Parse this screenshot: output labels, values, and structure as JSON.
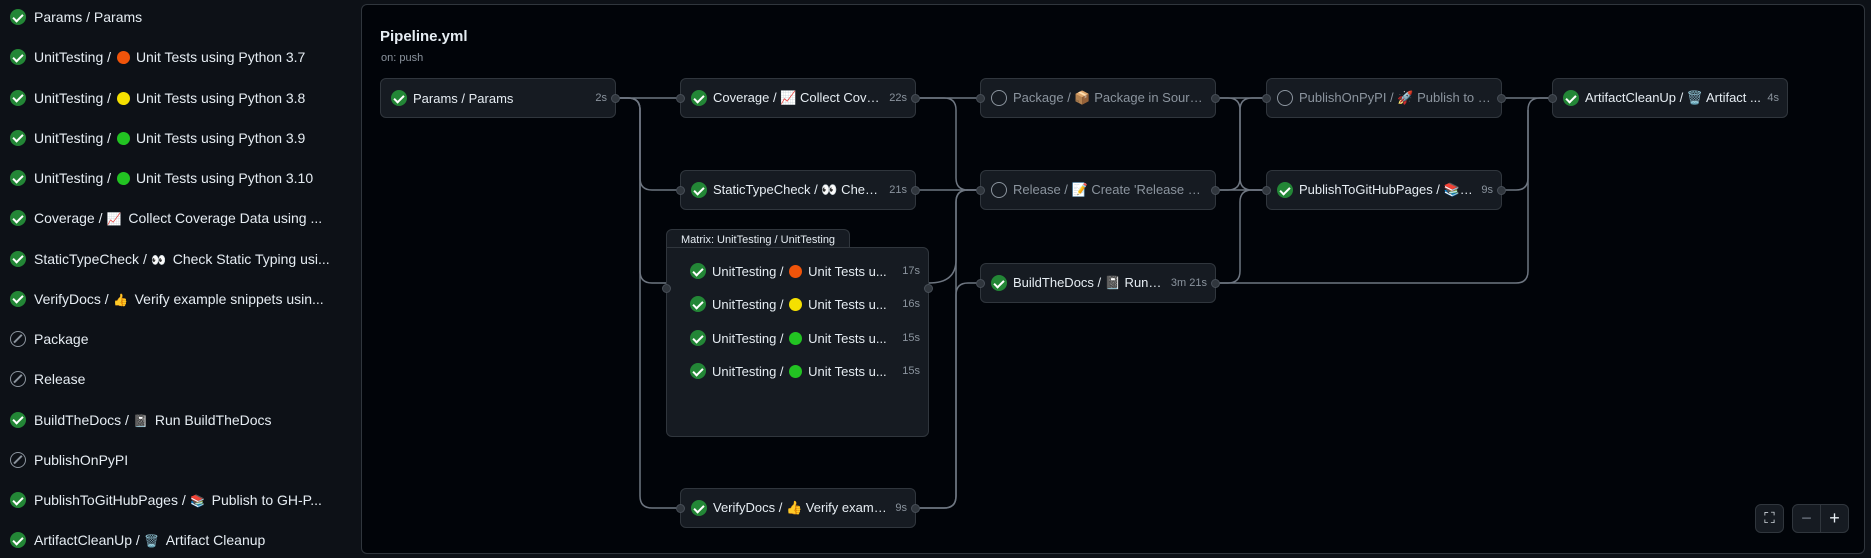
{
  "sidebar": {
    "items": [
      {
        "status": "success",
        "prefix": "Params / Params",
        "icon": "",
        "dot": "",
        "text": ""
      },
      {
        "status": "success",
        "prefix": "UnitTesting / ",
        "dot": "#f0540a",
        "icon": "",
        "text": "Unit Tests using Python 3.7"
      },
      {
        "status": "success",
        "prefix": "UnitTesting / ",
        "dot": "#f5e000",
        "icon": "",
        "text": "Unit Tests using Python 3.8"
      },
      {
        "status": "success",
        "prefix": "UnitTesting / ",
        "dot": "#22c322",
        "icon": "",
        "text": "Unit Tests using Python 3.9"
      },
      {
        "status": "success",
        "prefix": "UnitTesting / ",
        "dot": "#22c322",
        "icon": "",
        "text": "Unit Tests using Python 3.10"
      },
      {
        "status": "success",
        "prefix": "Coverage / ",
        "icon": "📈",
        "dot": "",
        "text": "Collect Coverage Data using ..."
      },
      {
        "status": "success",
        "prefix": "StaticTypeCheck / ",
        "icon": "👀",
        "dot": "",
        "text": "Check Static Typing usi..."
      },
      {
        "status": "success",
        "prefix": "VerifyDocs / ",
        "icon": "👍",
        "dot": "",
        "text": "Verify example snippets usin..."
      },
      {
        "status": "skipped",
        "prefix": "Package",
        "icon": "",
        "dot": "",
        "text": ""
      },
      {
        "status": "skipped",
        "prefix": "Release",
        "icon": "",
        "dot": "",
        "text": ""
      },
      {
        "status": "success",
        "prefix": "BuildTheDocs / ",
        "icon": "📓",
        "dot": "",
        "text": "Run BuildTheDocs"
      },
      {
        "status": "skipped",
        "prefix": "PublishOnPyPI",
        "icon": "",
        "dot": "",
        "text": ""
      },
      {
        "status": "success",
        "prefix": "PublishToGitHubPages / ",
        "icon": "📚",
        "dot": "",
        "text": "Publish to GH-P..."
      },
      {
        "status": "success",
        "prefix": "ArtifactCleanUp / ",
        "icon": "🗑️",
        "dot": "",
        "text": "Artifact Cleanup"
      }
    ]
  },
  "workflow": {
    "title": "Pipeline.yml",
    "trigger": "on: push"
  },
  "nodes": {
    "params": {
      "label": "Params / Params",
      "duration": "2s"
    },
    "coverage": {
      "label": "Coverage / 📈 Collect Cover...",
      "duration": "22s"
    },
    "statictype": {
      "label": "StaticTypeCheck / 👀 Check ...",
      "duration": "21s"
    },
    "verifydocs": {
      "label": "VerifyDocs / 👍 Verify exampl...",
      "duration": "9s"
    },
    "package": {
      "label": "Package / 📦 Package in Source...",
      "duration": ""
    },
    "release": {
      "label": "Release / 📝 Create 'Release Pa...",
      "duration": ""
    },
    "buildthedocs": {
      "label": "BuildTheDocs / 📓 Run B...",
      "duration": "3m 21s"
    },
    "publishonpypi": {
      "label": "PublishOnPyPI / 🚀 Publish to P...",
      "duration": ""
    },
    "publishtoghpages": {
      "label": "PublishToGitHubPages / 📚 P...",
      "duration": "9s"
    },
    "artifactcleanup": {
      "label": "ArtifactCleanUp / 🗑️ Artifact ...",
      "duration": "4s"
    }
  },
  "matrix": {
    "title": "Matrix: UnitTesting / UnitTesting",
    "rows": [
      {
        "prefix": "UnitTesting / ",
        "dot": "#f0540a",
        "text": "Unit Tests u...",
        "duration": "17s"
      },
      {
        "prefix": "UnitTesting / ",
        "dot": "#f5e000",
        "text": "Unit Tests u...",
        "duration": "16s"
      },
      {
        "prefix": "UnitTesting / ",
        "dot": "#22c322",
        "text": "Unit Tests u...",
        "duration": "15s"
      },
      {
        "prefix": "UnitTesting / ",
        "dot": "#22c322",
        "text": "Unit Tests u...",
        "duration": "15s"
      }
    ]
  },
  "controls": {
    "fullscreen": "⛶",
    "zoom_out": "−",
    "zoom_in": "+"
  },
  "colors": {
    "success": "#238636",
    "edge": "#6e7681",
    "border": "#30363d"
  }
}
